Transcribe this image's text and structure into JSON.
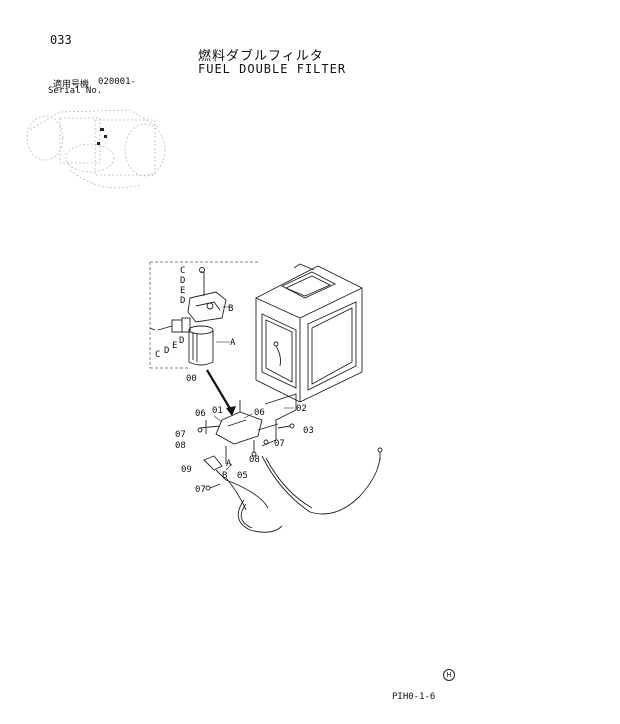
{
  "header": {
    "page_number": "033",
    "title_jp": "燃料ダブルフィルタ",
    "title_en": "FUEL DOUBLE FILTER"
  },
  "serial": {
    "label_jp": "適用号機",
    "value": "020001-",
    "label_en": "Serial No."
  },
  "callouts": {
    "c_top": "C",
    "d_top": "D",
    "e_top": "E",
    "d_top2": "D",
    "b_right": "B",
    "a_right": "A",
    "d_left": "D",
    "e_left": "E",
    "d_left2": "D",
    "c_left": "C",
    "p00": "00",
    "p01": "01",
    "p02": "02",
    "p03": "03",
    "p05": "05",
    "p06a": "06",
    "p06b": "06",
    "p07a": "07",
    "p07b": "07",
    "p07c": "07",
    "p08a": "08",
    "p08b": "08",
    "p09": "09",
    "a_bot": "A",
    "b_bot": "B"
  },
  "footer": {
    "code": "PIH0-1-6",
    "logo_letter": "H"
  }
}
